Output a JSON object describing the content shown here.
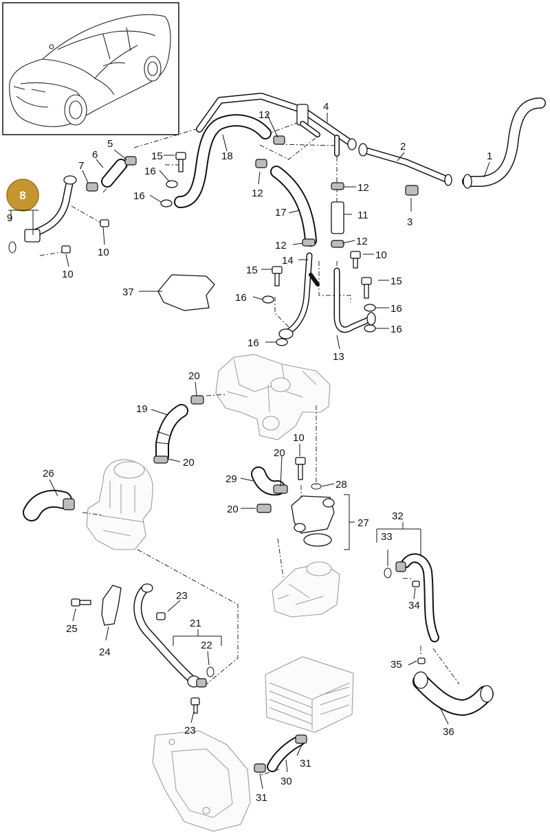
{
  "diagram": {
    "group_badge": "8",
    "badge_color": "#c6962e",
    "inset": "sports-sedan-car-illustration",
    "callouts": [
      {
        "id": "c1",
        "text": "1"
      },
      {
        "id": "c2",
        "text": "2"
      },
      {
        "id": "c3",
        "text": "3"
      },
      {
        "id": "c4",
        "text": "4"
      },
      {
        "id": "c5",
        "text": "5"
      },
      {
        "id": "c6",
        "text": "6"
      },
      {
        "id": "c7",
        "text": "7"
      },
      {
        "id": "c9",
        "text": "9"
      },
      {
        "id": "c10a",
        "text": "10"
      },
      {
        "id": "c10b",
        "text": "10"
      },
      {
        "id": "c10c",
        "text": "10"
      },
      {
        "id": "c10d",
        "text": "10"
      },
      {
        "id": "c11",
        "text": "11"
      },
      {
        "id": "c12a",
        "text": "12"
      },
      {
        "id": "c12b",
        "text": "12"
      },
      {
        "id": "c12c",
        "text": "12"
      },
      {
        "id": "c12d",
        "text": "12"
      },
      {
        "id": "c12e",
        "text": "12"
      },
      {
        "id": "c13",
        "text": "13"
      },
      {
        "id": "c14",
        "text": "14"
      },
      {
        "id": "c15a",
        "text": "15"
      },
      {
        "id": "c15b",
        "text": "15"
      },
      {
        "id": "c15c",
        "text": "15"
      },
      {
        "id": "c16a",
        "text": "16"
      },
      {
        "id": "c16b",
        "text": "16"
      },
      {
        "id": "c16c",
        "text": "16"
      },
      {
        "id": "c16d",
        "text": "16"
      },
      {
        "id": "c16e",
        "text": "16"
      },
      {
        "id": "c16f",
        "text": "16"
      },
      {
        "id": "c17",
        "text": "17"
      },
      {
        "id": "c18",
        "text": "18"
      },
      {
        "id": "c19",
        "text": "19"
      },
      {
        "id": "c20a",
        "text": "20"
      },
      {
        "id": "c20b",
        "text": "20"
      },
      {
        "id": "c20c",
        "text": "20"
      },
      {
        "id": "c20d",
        "text": "20"
      },
      {
        "id": "c21",
        "text": "21"
      },
      {
        "id": "c22",
        "text": "22"
      },
      {
        "id": "c23a",
        "text": "23"
      },
      {
        "id": "c23b",
        "text": "23"
      },
      {
        "id": "c24",
        "text": "24"
      },
      {
        "id": "c25",
        "text": "25"
      },
      {
        "id": "c26",
        "text": "26"
      },
      {
        "id": "c27",
        "text": "27"
      },
      {
        "id": "c28",
        "text": "28"
      },
      {
        "id": "c29",
        "text": "29"
      },
      {
        "id": "c30",
        "text": "30"
      },
      {
        "id": "c31a",
        "text": "31"
      },
      {
        "id": "c31b",
        "text": "31"
      },
      {
        "id": "c32",
        "text": "32"
      },
      {
        "id": "c33",
        "text": "33"
      },
      {
        "id": "c34",
        "text": "34"
      },
      {
        "id": "c35",
        "text": "35"
      },
      {
        "id": "c36",
        "text": "36"
      },
      {
        "id": "c37",
        "text": "37"
      }
    ]
  }
}
